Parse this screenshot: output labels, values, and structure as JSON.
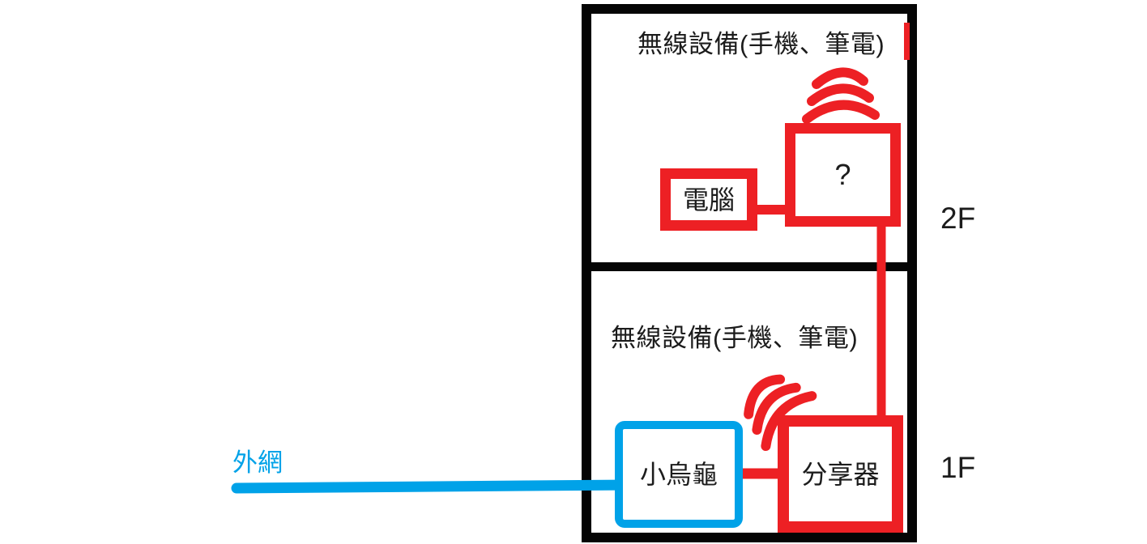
{
  "colors": {
    "red": "#ed2024",
    "blue": "#00a2e8",
    "wall": "#050505",
    "text": "#1c1c1c"
  },
  "floor2": {
    "floor_label": "2F",
    "caption": "無線設備(手機、筆電)",
    "unknown_device_label": "?",
    "computer_label": "電腦",
    "wifi_icon": "wifi-signal-arcs"
  },
  "floor1": {
    "floor_label": "1F",
    "caption": "無線設備(手機、筆電)",
    "modem_label": "小烏龜",
    "router_label": "分享器",
    "external_network_label": "外網",
    "wifi_icon": "wifi-signal-arcs"
  }
}
